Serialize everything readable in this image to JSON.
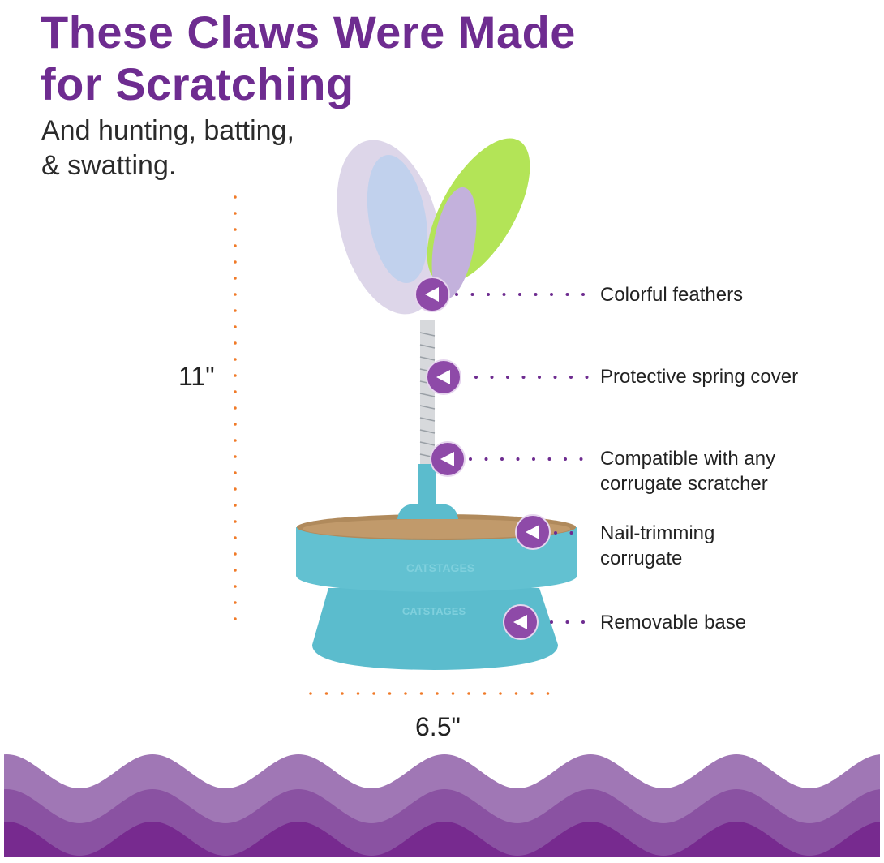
{
  "header": {
    "title_line1": "These Claws Were Made",
    "title_line2": "for Scratching",
    "subtitle_line1": "And hunting, batting,",
    "subtitle_line2": "& swatting."
  },
  "dimensions": {
    "height": "11\"",
    "width": "6.5\""
  },
  "product": {
    "brand_mark": "CATSTAGES"
  },
  "callouts": [
    {
      "line1": "Colorful feathers"
    },
    {
      "line1": "Protective spring cover"
    },
    {
      "line1": "Compatible with any",
      "line2": "corrugate scratcher"
    },
    {
      "line1": "Nail-trimming",
      "line2": "corrugate"
    },
    {
      "line1": "Removable base"
    }
  ],
  "colors": {
    "title": "#6e2c90",
    "marker": "#8e4aa8",
    "dim_dots": "#f07a28",
    "product": "#5bbccd",
    "wave_light": "#a077b5",
    "wave_mid": "#8a52a2",
    "wave_dark": "#772a8f"
  }
}
